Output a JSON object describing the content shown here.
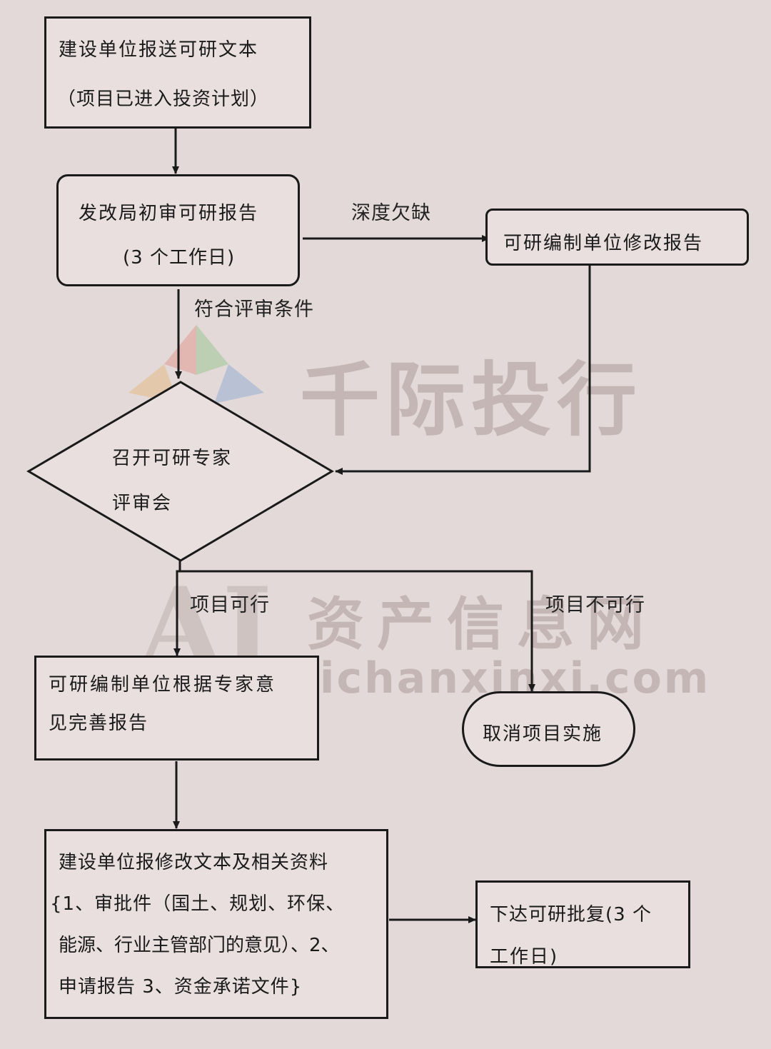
{
  "watermark": {
    "brand": "千际投行",
    "site_cn": "资产信息网",
    "site_url": "zichanxinxi.com",
    "ai_mark": "AI"
  },
  "nodes": {
    "submit": {
      "line1": "建设单位报送可研文本",
      "line2": "（项目已进入投资计划）"
    },
    "initial_review": {
      "line1": "发改局初审可研报告",
      "line2": "(3 个工作日)"
    },
    "revise": {
      "line1": "可研编制单位修改报告"
    },
    "expert_meeting": {
      "line1": "召开可研专家",
      "line2": "评审会"
    },
    "improve": {
      "line1": "可研编制单位根据专家意",
      "line2": "见完善报告"
    },
    "cancel": {
      "line1": "取消项目实施"
    },
    "materials": {
      "line1": "建设单位报修改文本及相关资料",
      "line2": "{1、审批件（国土、规划、环保、",
      "line3": "能源、行业主管部门的意见）、2、",
      "line4": "申请报告 3、资金承诺文件}"
    },
    "approval": {
      "line1": "下达可研批复(3 个",
      "line2": "工作日)"
    }
  },
  "edge_labels": {
    "insufficient_depth": "深度欠缺",
    "meets_conditions": "符合评审条件",
    "feasible": "项目可行",
    "not_feasible": "项目不可行"
  }
}
